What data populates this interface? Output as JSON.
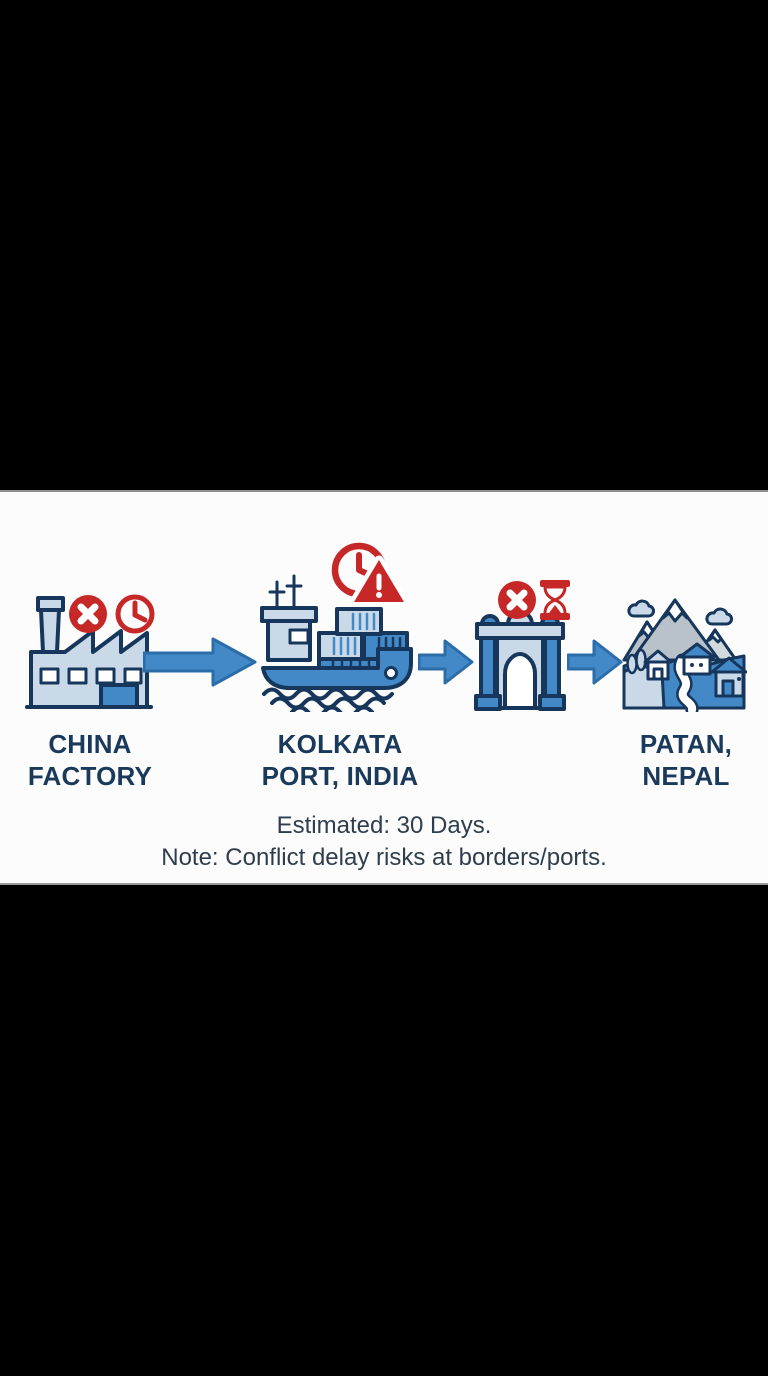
{
  "diagram": {
    "title_meaning": "Shipping route infographic",
    "stations": [
      {
        "id": "china-factory",
        "icon": "factory-icon",
        "badges": [
          "error-x-icon",
          "clock-icon"
        ],
        "label_lines": [
          "CHINA",
          "FACTORY"
        ]
      },
      {
        "id": "kolkata-port",
        "icon": "cargo-ship-icon",
        "badges": [
          "clock-delay-icon",
          "warning-triangle-icon"
        ],
        "label_lines": [
          "KOLKATA",
          "PORT, INDIA"
        ]
      },
      {
        "id": "border-gate",
        "icon": "border-arch-icon",
        "badges": [
          "error-x-icon",
          "hourglass-icon"
        ],
        "label_lines": []
      },
      {
        "id": "patan-nepal",
        "icon": "mountain-village-icon",
        "badges": [],
        "label_lines": [
          "PATAN,",
          "NEPAL"
        ]
      }
    ],
    "connectors": [
      "route-arrow-1",
      "route-arrow-2",
      "route-arrow-3"
    ],
    "notes": {
      "line1": "Estimated: 30 Days.",
      "line2": "Note: Conflict delay risks at borders/ports."
    },
    "colors": {
      "navy": "#17365c",
      "blue": "#4389c8",
      "blue_dark": "#2a6da9",
      "light": "#c9d9e8",
      "gray": "#b9c2cb",
      "gray_light": "#d3dade",
      "red": "#c62828",
      "label": "#1a3a5c",
      "note": "#2f3e4e",
      "band_bg": "#fcfcfc",
      "bar_bg": "#000000"
    }
  }
}
